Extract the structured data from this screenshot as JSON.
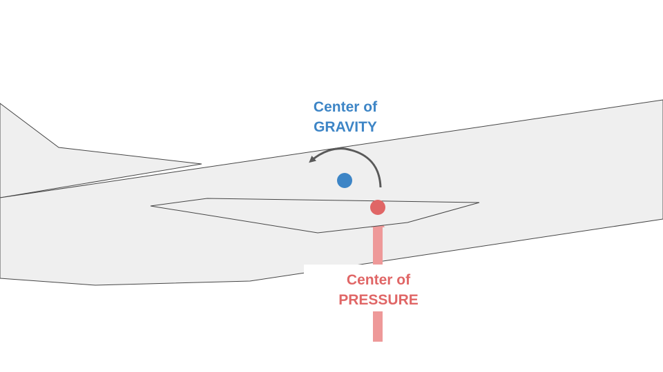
{
  "center_of_gravity": {
    "label_line1": "Center of",
    "label_line2": "GRAVITY",
    "color": "#3d85c6"
  },
  "center_of_pressure": {
    "label_line1": "Center of",
    "label_line2": "PRESSURE",
    "color": "#e06666"
  },
  "colors": {
    "airframe_fill": "#efefef",
    "outline": "#444444",
    "moment_arrow": "#595959",
    "lift_arrow": "#ee9999"
  }
}
